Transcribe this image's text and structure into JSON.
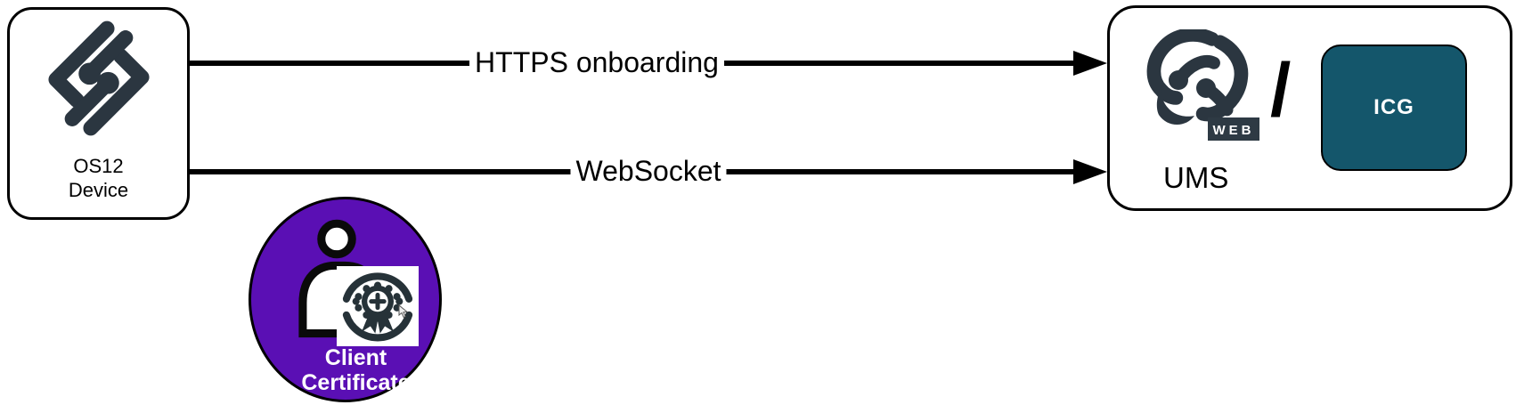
{
  "diagram": {
    "device_node": {
      "label_line1": "OS12",
      "label_line2": "Device"
    },
    "edges": [
      {
        "label": "HTTPS onboarding",
        "direction": "right"
      },
      {
        "label": "WebSocket",
        "direction": "right"
      }
    ],
    "ums_node": {
      "web_badge": "WEB",
      "label": "UMS",
      "separator": "/",
      "icg_label": "ICG"
    },
    "certificate_node": {
      "label_line1": "Client",
      "label_line2": "Certificate"
    }
  },
  "icons": {
    "device_logo": "igel-os-diamond-logo",
    "ums_logo": "igel-ums-web-logo",
    "certificate": "person-with-certificate-badge",
    "cursor": "mouse-pointer"
  },
  "colors": {
    "logo_slate": "#2b3640",
    "badge_slate": "#2e3a44",
    "certificate_purple": "#5a0fb4",
    "icg_teal": "#14566b",
    "line_black": "#000000",
    "text_white": "#ffffff",
    "background": "#ffffff"
  }
}
